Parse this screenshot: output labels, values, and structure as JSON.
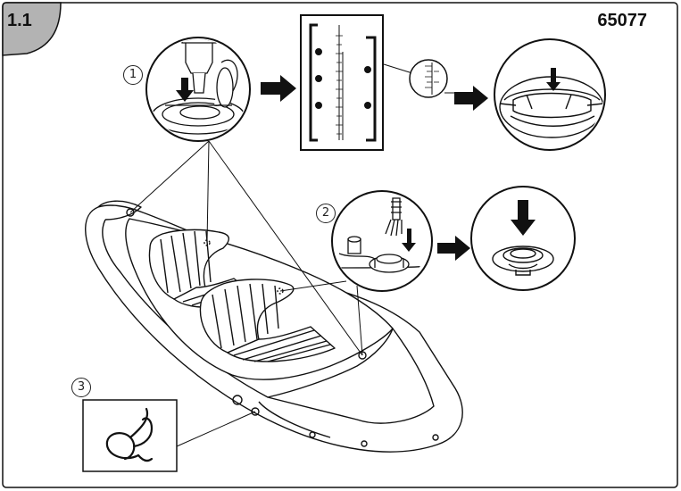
{
  "page": {
    "section_number": "1.1",
    "model_number": "65077"
  },
  "steps": [
    {
      "id": "step-1",
      "label": "1"
    },
    {
      "id": "step-2",
      "label": "2"
    },
    {
      "id": "step-3",
      "label": "3"
    }
  ],
  "colors": {
    "line": "#111111",
    "tab_fill": "#b3b3b3",
    "background": "#ffffff"
  },
  "icons": [
    "arrow-right-icon",
    "arrow-down-icon"
  ]
}
